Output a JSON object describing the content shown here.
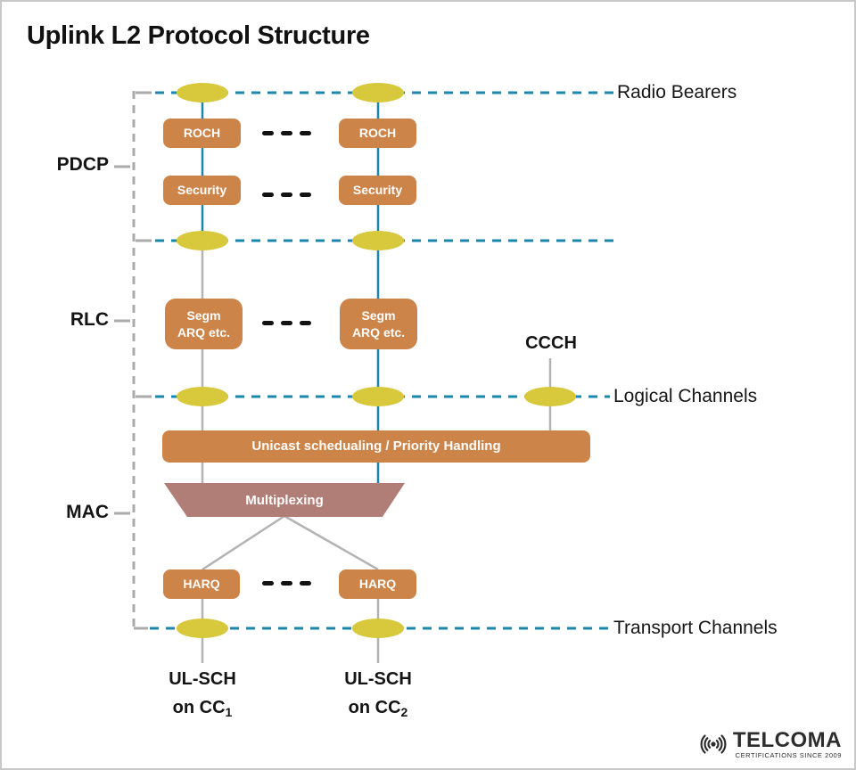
{
  "title": "Uplink L2 Protocol Structure",
  "layer_labels": {
    "pdcp": "PDCP",
    "rlc": "RLC",
    "mac": "MAC"
  },
  "channel_labels": {
    "radio_bearers": "Radio Bearers",
    "logical_channels": "Logical Channels",
    "transport_channels": "Transport Channels"
  },
  "ccch_label": "CCCH",
  "boxes": {
    "roch": "ROCH",
    "security": "Security",
    "segm_line1": "Segm",
    "segm_line2": "ARQ etc.",
    "unicast": "Unicast schedualing / Priority Handling",
    "multiplexing": "Multiplexing",
    "harq": "HARQ"
  },
  "transport_labels": {
    "ulsch": "UL-SCH",
    "on_cc_prefix": "on CC",
    "cc1_sub": "1",
    "cc2_sub": "2"
  },
  "logo": {
    "name": "TELCOMA",
    "tagline": "CERTIFICATIONS SINCE 2009"
  },
  "colors": {
    "accent_orange": "#cd8449",
    "accent_yellow": "#d8c83c",
    "accent_teal": "#1b87ab",
    "accent_mauve": "#b17d77",
    "line_gray": "#b3b3b3"
  }
}
